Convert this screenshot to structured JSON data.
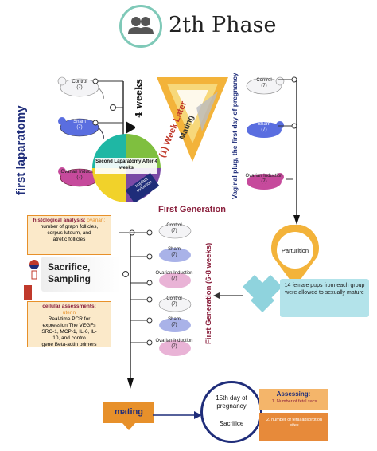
{
  "header": {
    "title": "2th Phase",
    "icon": "users-icon"
  },
  "colors": {
    "teal": "#7fc9b8",
    "navy": "#1f2d7a",
    "maroon": "#8a1f3c",
    "orange": "#e7902a",
    "green": "#7fbf3f",
    "yellow": "#f1d22a",
    "purple": "#7a49a6",
    "lightblue": "#8fd3dd"
  },
  "left_column": {
    "side_label": "first laparatomy",
    "mice": [
      {
        "group": "Control",
        "count": "(7)"
      },
      {
        "group": "Sham",
        "count": "(7)"
      },
      {
        "group": "Ovarian Induction",
        "count": "(7)"
      }
    ],
    "weeks_label": "4 weeks",
    "circle": {
      "top": "Second Laparatomy After 4 weeks",
      "bottom": "Implant Induction"
    }
  },
  "triangle": {
    "line1": "(1) Week Later",
    "line2": "Mating"
  },
  "right_column": {
    "side_label": "Vaginal plug, the first day of pregnancy",
    "mice": [
      {
        "group": "Control",
        "count": "(7)"
      },
      {
        "group": "Sham",
        "count": "(7)"
      },
      {
        "group": "Ovarian Induction",
        "count": "(7)"
      }
    ]
  },
  "divider_label": "First Generation",
  "parturition": {
    "label": "Parturition"
  },
  "pups": {
    "text": "14 female pups from each group were allowed to sexually mature"
  },
  "first_generation": {
    "side_label": "First Generation (6-8 weeks)",
    "mice_set_1": [
      {
        "group": "Control",
        "count": "(7)"
      },
      {
        "group": "Sham",
        "count": "(7)"
      },
      {
        "group": "Ovarian Induction",
        "count": "(7)"
      }
    ],
    "mice_set_2": [
      {
        "group": "Control",
        "count": "(7)"
      },
      {
        "group": "Sham",
        "count": "(7)"
      },
      {
        "group": "Ovarian Induction",
        "count": "(7)"
      }
    ]
  },
  "histology": {
    "title": "histological analysis:",
    "highlight": "ovarian:",
    "lines": [
      "number of graph follicles,",
      "corpus luteum, and",
      "atretic follicles"
    ]
  },
  "sacrifice": {
    "line1": "Sacrifice,",
    "line2": "Sampling"
  },
  "cellular": {
    "title": "cellular assessments:",
    "highlight": "uterin",
    "lines": [
      "Real-time PCR for",
      "expression The VEGFs",
      "SRC-1, MCP-1, IL-6, IL-",
      "10, and contro",
      "gene Beta-actin primers"
    ]
  },
  "mating_box": {
    "label": "mating"
  },
  "pregnancy": {
    "line1": "15th day of",
    "line2": "pregnancy",
    "line3": "Sacrifice"
  },
  "assessing": {
    "title": "Assessing:",
    "items": [
      "1. Number of fetal sacs",
      "2. number of fetal absorption sites"
    ]
  }
}
